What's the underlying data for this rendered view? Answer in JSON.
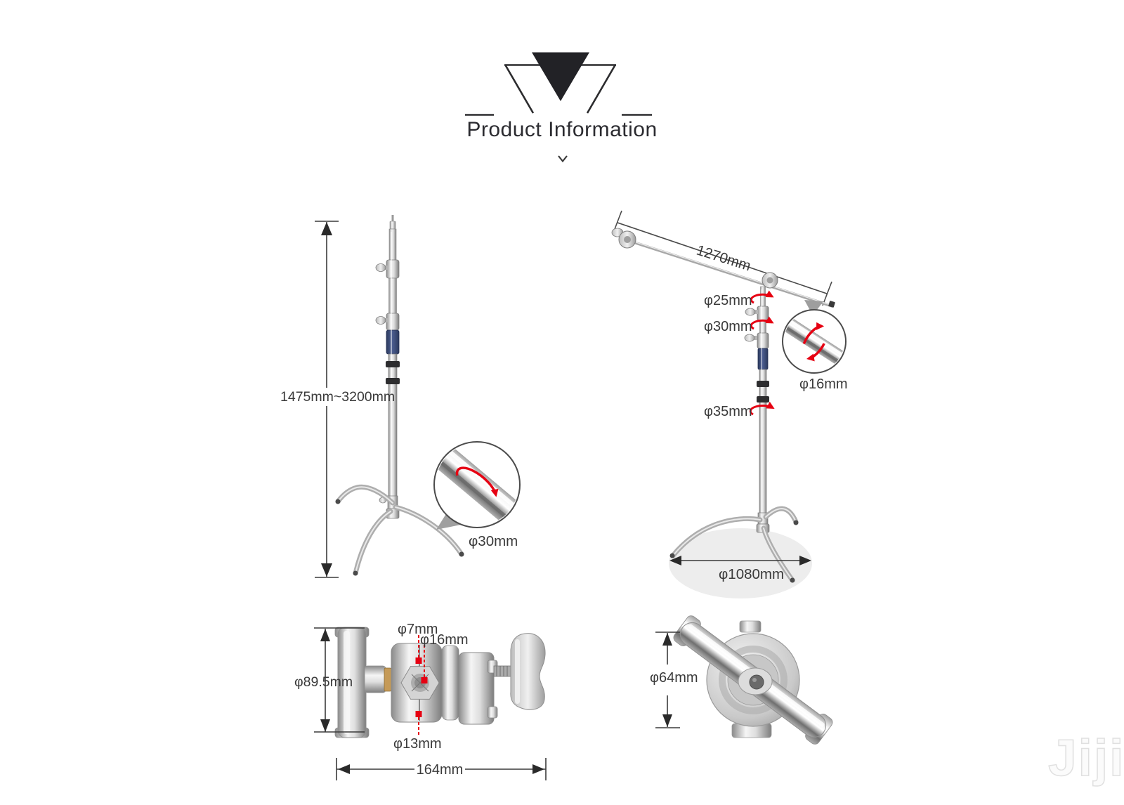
{
  "header": {
    "logo": "brand-triangle-logo",
    "title": "Product Information"
  },
  "panels": {
    "stand_front": {
      "height_range": "1475mm~3200mm",
      "riser_tube_diameter": "φ30mm"
    },
    "stand_boom": {
      "boom_length": "1270mm",
      "top_riser_diameter": "φ25mm",
      "mid_riser_diameter": "φ30mm",
      "boom_tube_diameter": "φ16mm",
      "main_tube_diameter": "φ35mm",
      "base_footprint_diameter": "φ1080mm"
    },
    "grip_head_side": {
      "top_hole_diameter": "φ7mm",
      "center_hole_diameter": "φ16mm",
      "head_diameter": "φ89.5mm",
      "bottom_hole_diameter": "φ13mm",
      "overall_length": "164mm"
    },
    "grip_head_back": {
      "knob_diameter": "φ64mm"
    }
  },
  "watermark": "Jiji",
  "colors": {
    "accent_red": "#e60012",
    "grip_blue": "#3d4e7d",
    "line_dark": "#3a3a3a",
    "shadow_gray": "#ededed"
  }
}
